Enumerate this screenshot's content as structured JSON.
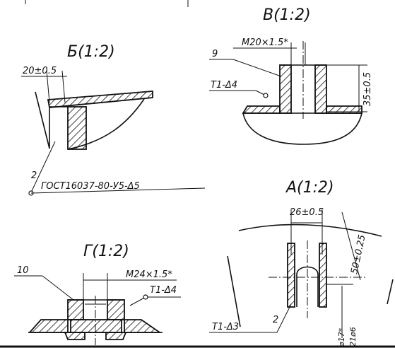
{
  "views": {
    "b": {
      "title": "Б(1:2)",
      "dim_angle": "20±0.5",
      "leader": "2",
      "note": "ГОСТ16037-80-У5-Δ5"
    },
    "v": {
      "title": "В(1:2)",
      "thread": "M20×1.5*",
      "part": "9",
      "weld": "Т1-Δ4",
      "height_dim": "35±0.5"
    },
    "a": {
      "title": "А(1:2)",
      "width_dim": "26±0.5",
      "radius_dim": "50±0.25",
      "weld": "Т1-Δ3",
      "leader": "2",
      "dia1": "ø17*",
      "dia2": "21ø6"
    },
    "g": {
      "title": "Г(1:2)",
      "part": "10",
      "thread": "M24×1.5*",
      "weld": "Т1-Δ4"
    }
  }
}
